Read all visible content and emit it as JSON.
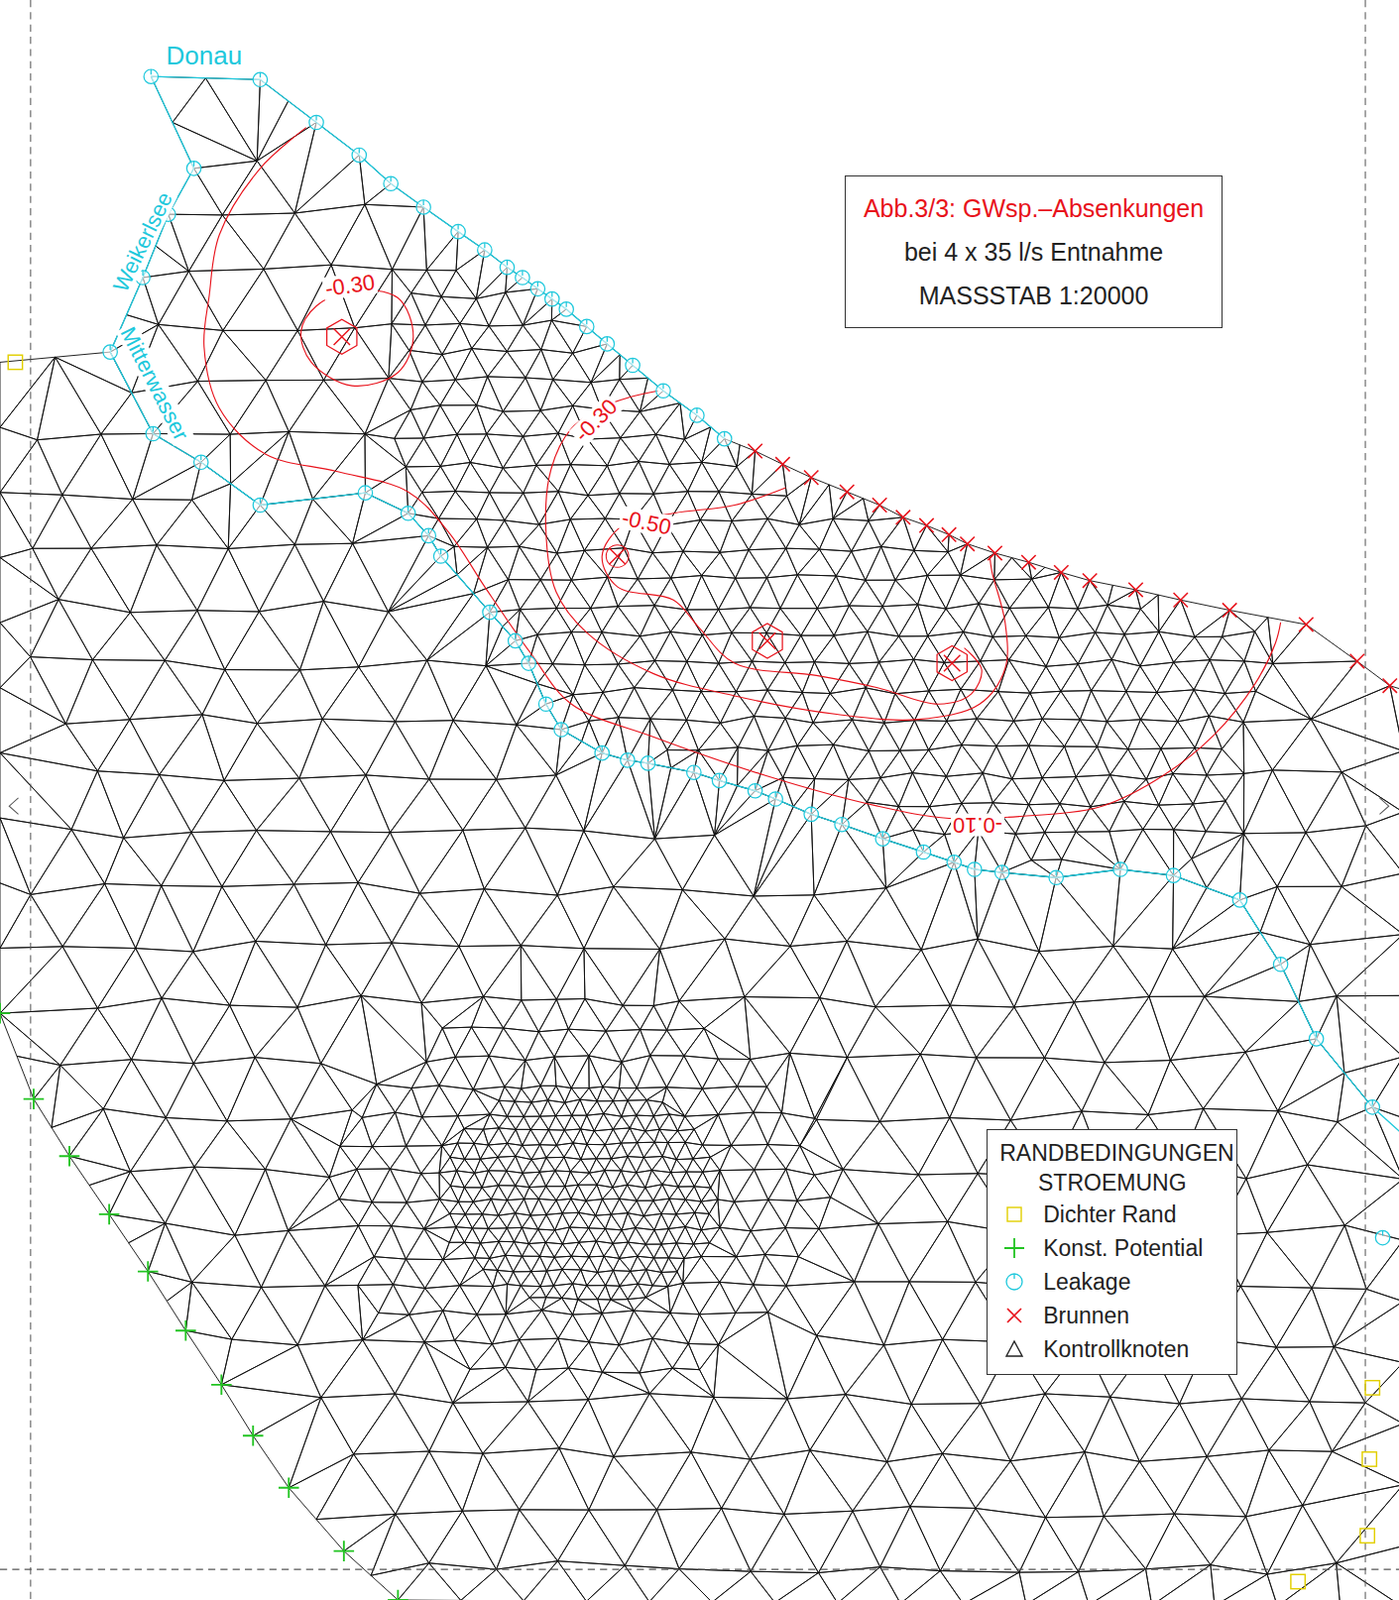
{
  "diagram": {
    "nodes": [
      {
        "text": [
          "Abb.3/3: GWsp.–Absenkungen",
          "bei 4 x 35 l/s Entnahme",
          "MASSSTAB 1:20000"
        ]
      },
      {
        "text": [
          "RANDBEDINGUNGEN STROEMUNG"
        ]
      }
    ],
    "labels": [
      "Donau",
      "Weikerlsee",
      "Mitterwasser",
      "-0.30",
      "-0.30",
      "-0.50",
      "-0.10"
    ],
    "legend": [
      {
        "text": "Dichter Rand"
      },
      {
        "text": "Konst. Potential"
      },
      {
        "text": "Leakage"
      },
      {
        "text": "Brunnen"
      },
      {
        "text": "Kontrollknoten"
      }
    ]
  }
}
